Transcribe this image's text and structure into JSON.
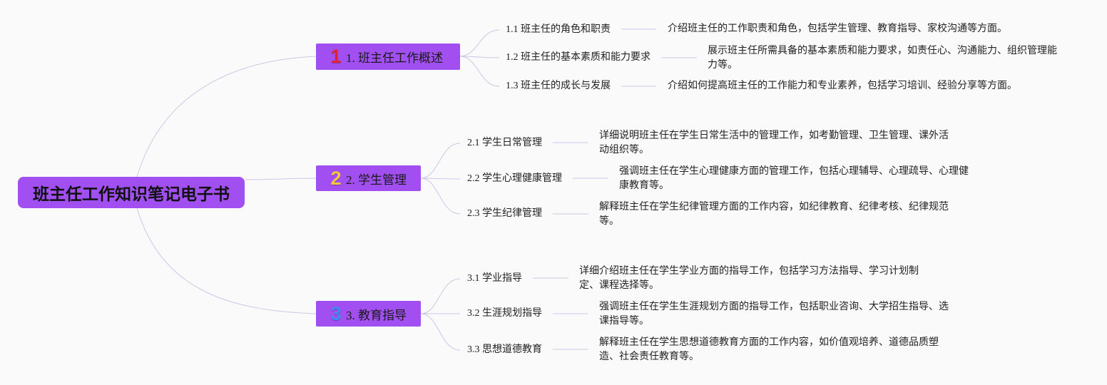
{
  "root": {
    "title": "班主任工作知识笔记电子书"
  },
  "colors": {
    "node": "#a14ff0",
    "line": "#cdc5e6",
    "background": "#fafafa"
  },
  "branches": [
    {
      "marker": "1",
      "marker_color": "#e3222f",
      "label": "1. 班主任工作概述",
      "items": [
        {
          "label": "1.1 班主任的角色和职责",
          "desc": [
            "介绍班主任的工作职责和角色，包括学生管理、教育指导、家校沟通等方面。"
          ]
        },
        {
          "label": "1.2 班主任的基本素质和能力要求",
          "desc": [
            "展示班主任所需具备的基本素质和能力要求，如责任心、沟通能力、组织管理能",
            "力等。"
          ]
        },
        {
          "label": "1.3 班主任的成长与发展",
          "desc": [
            "介绍如何提高班主任的工作能力和专业素养，包括学习培训、经验分享等方面。"
          ]
        }
      ]
    },
    {
      "marker": "2",
      "marker_color": "#f4c542",
      "label": "2. 学生管理",
      "items": [
        {
          "label": "2.1 学生日常管理",
          "desc": [
            "详细说明班主任在学生日常生活中的管理工作，如考勤管理、卫生管理、课外活",
            "动组织等。"
          ]
        },
        {
          "label": "2.2 学生心理健康管理",
          "desc": [
            "强调班主任在学生心理健康方面的管理工作，包括心理辅导、心理疏导、心理健",
            "康教育等。"
          ]
        },
        {
          "label": "2.3 学生纪律管理",
          "desc": [
            "解释班主任在学生纪律管理方面的工作内容，如纪律教育、纪律考核、纪律规范",
            "等。"
          ]
        }
      ]
    },
    {
      "marker": "3",
      "marker_color": "#3d8bf0",
      "label": "3. 教育指导",
      "items": [
        {
          "label": "3.1 学业指导",
          "desc": [
            "详细介绍班主任在学生学业方面的指导工作，包括学习方法指导、学习计划制",
            "定、课程选择等。"
          ]
        },
        {
          "label": "3.2 生涯规划指导",
          "desc": [
            "强调班主任在学生生涯规划方面的指导工作，包括职业咨询、大学招生指导、选",
            "课指导等。"
          ]
        },
        {
          "label": "3.3 思想道德教育",
          "desc": [
            "解释班主任在学生思想道德教育方面的工作内容，如价值观培养、道德品质塑",
            "造、社会责任教育等。"
          ]
        }
      ]
    }
  ]
}
